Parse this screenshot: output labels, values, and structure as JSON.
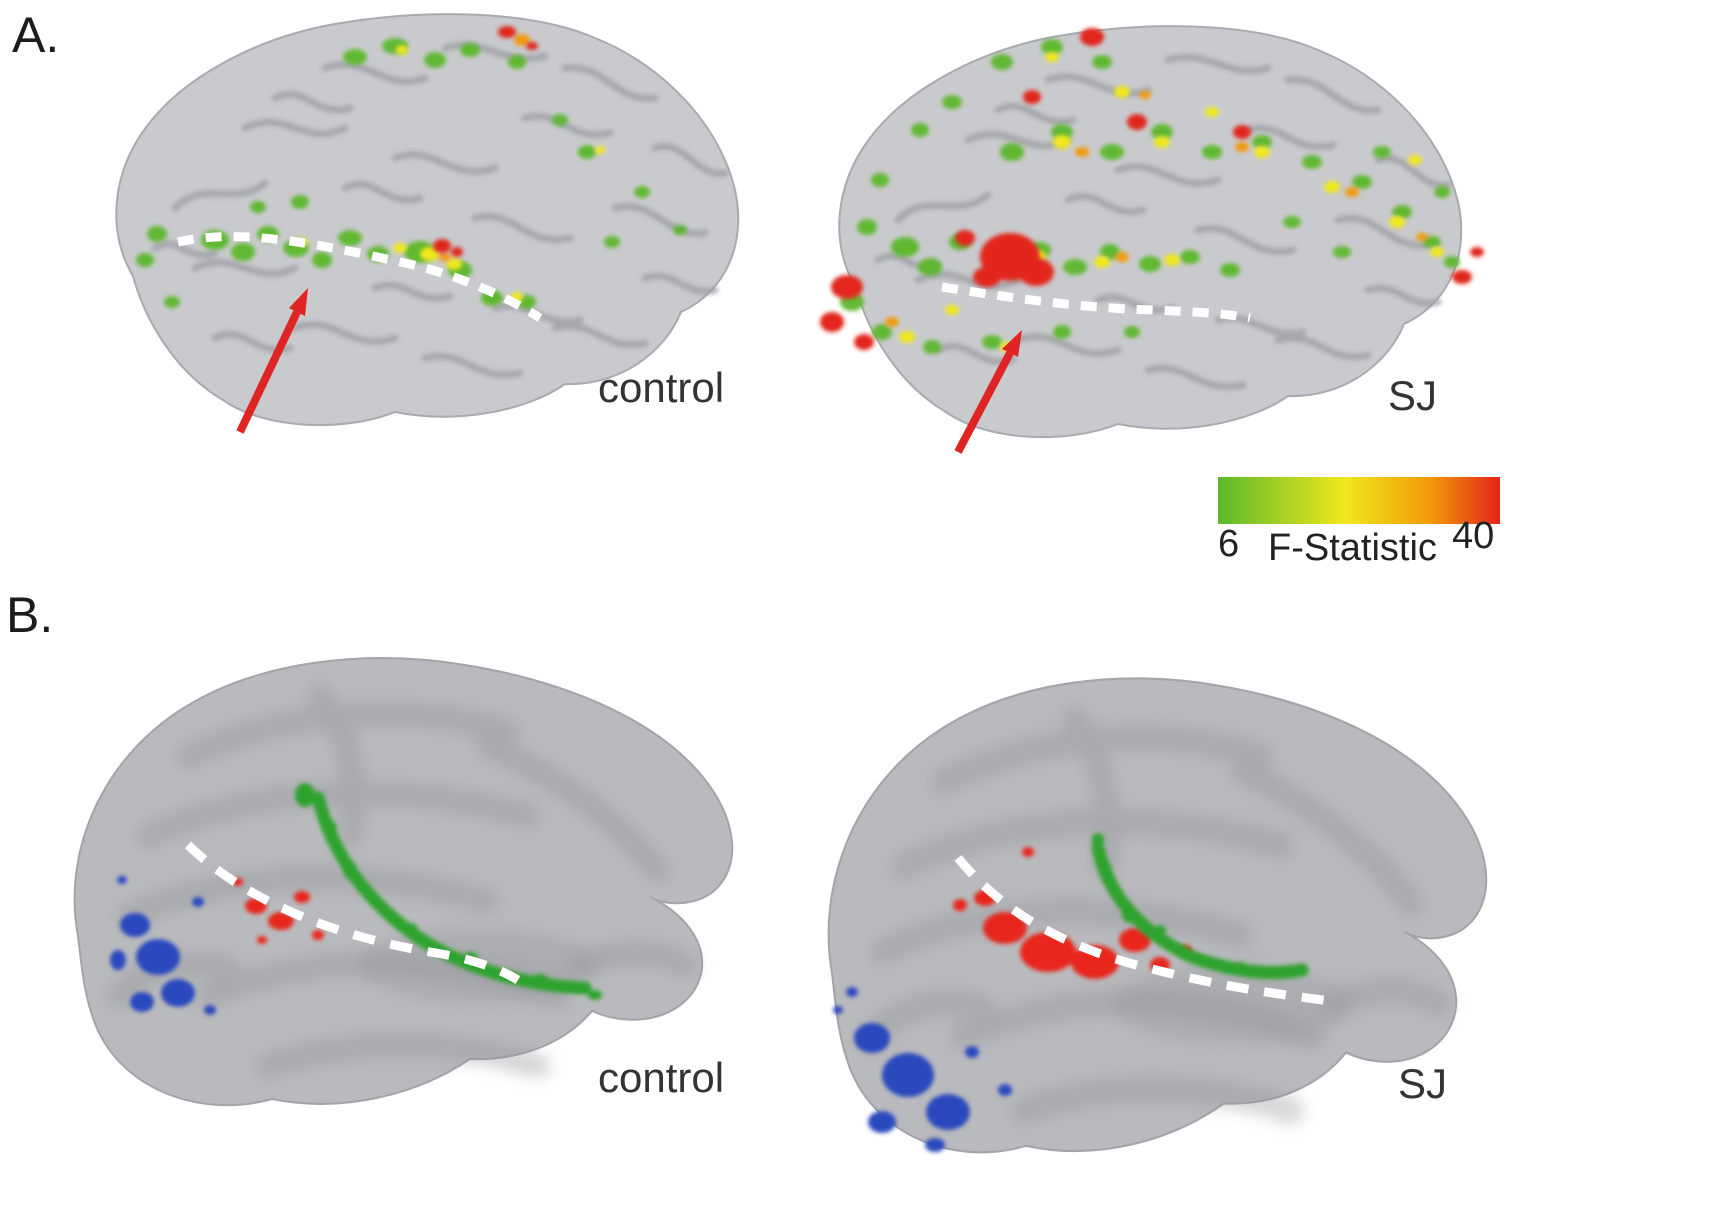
{
  "figure": {
    "panels": {
      "a": {
        "label": "A.",
        "left_label": "control",
        "right_label": "SJ"
      },
      "b": {
        "label": "B.",
        "left_label": "control",
        "right_label": "SJ"
      }
    },
    "colorbar": {
      "min": "6",
      "max": "40",
      "title": "F-Statistic"
    },
    "colors": {
      "activation_green": "#5cb82b",
      "activation_yellow": "#f0e81c",
      "activation_orange": "#f29a08",
      "activation_red": "#e2251a",
      "patch_blue": "#2b49be",
      "patch_red": "#e8281e",
      "patch_green": "#2fa32d",
      "arrow_red": "#e02423",
      "dashed_white": "#ffffff",
      "brain_gray": "#c9cacd",
      "inflated_gray": "#b9babd"
    }
  }
}
